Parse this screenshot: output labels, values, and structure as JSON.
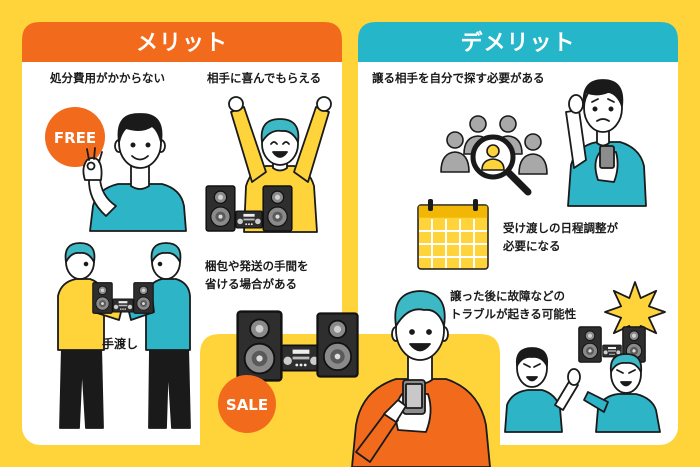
{
  "colors": {
    "background": "#FFD43B",
    "card": "#FFFFFF",
    "merit_header": "#F26B1D",
    "demerit_header": "#25B6C9",
    "shirt_teal": "#2DB4C7",
    "hair_teal": "#3DB8C5",
    "shirt_yellow": "#FFD43B",
    "shirt_orange": "#F26B1D",
    "ink": "#1A1A1A"
  },
  "merit": {
    "title": "メリット",
    "items": [
      {
        "lines": [
          "処分費用がかからない"
        ],
        "badge": "FREE",
        "icon": "ok-hand-person"
      },
      {
        "lines": [
          "相手に喜んでもらえる"
        ],
        "icon": "cheering-person-with-speakers"
      },
      {
        "lines": [
          "梱包や発送の手間を",
          "省ける場合がある"
        ],
        "caption": "手渡し",
        "icon": "handover-people"
      }
    ]
  },
  "demerit": {
    "title": "デメリット",
    "items": [
      {
        "lines": [
          "譲る相手を自分で探す必要がある"
        ],
        "icon": "search-people-magnifier"
      },
      {
        "lines": [
          "受け渡しの日程調整が",
          "必要になる"
        ],
        "icon": "calendar"
      },
      {
        "lines": [
          "譲った後に故障などの",
          "トラブルが起きる可能性"
        ],
        "icon": "trouble-argument"
      }
    ]
  },
  "center": {
    "badge": "SALE",
    "icon": "phone-pointing-person-with-speakers"
  }
}
